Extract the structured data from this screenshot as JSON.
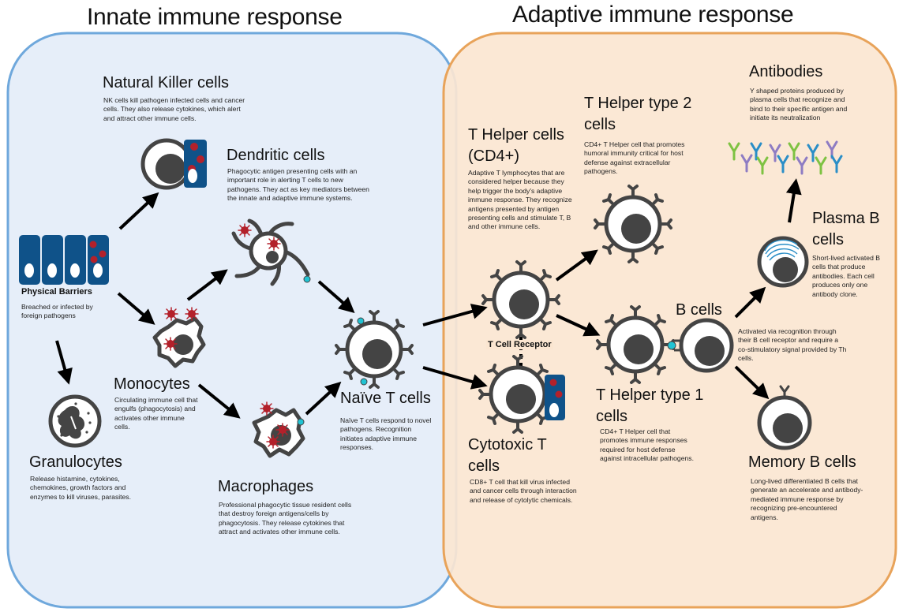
{
  "sections": {
    "innate": {
      "title": "Innate immune response",
      "fill": "#e6eef9",
      "stroke": "#6fa8dc"
    },
    "adaptive": {
      "title": "Adaptive immune response",
      "fill": "#fbe6d1",
      "stroke": "#e8a35a"
    }
  },
  "colors": {
    "cell_outline": "#444444",
    "nucleus": "#444444",
    "barrier_blue": "#0f5289",
    "pathogen_red": "#b3212b",
    "receptor_cyan": "#21c3d3"
  },
  "icons": {
    "natural_killer": "nk-cell-icon",
    "dendritic": "dendritic-cell-icon",
    "physical_barriers": "epithelial-barrier-icon",
    "monocyte": "monocyte-icon",
    "granulocyte": "granulocyte-icon",
    "macrophage": "macrophage-icon",
    "naive_t": "naive-t-cell-icon",
    "t_helper": "t-helper-cell-icon",
    "th2": "th2-cell-icon",
    "cytotoxic": "cytotoxic-t-cell-icon",
    "th1": "th1-cell-icon",
    "b_cell": "b-cell-icon",
    "plasma": "plasma-b-cell-icon",
    "antibodies": "antibody-cluster-icon",
    "memory": "memory-b-cell-icon"
  },
  "cells": {
    "natural_killer": {
      "title": "Natural Killer cells",
      "description": "NK cells kill pathogen infected cells and cancer cells. They also release cytokines, which alert and attract other immune cells."
    },
    "dendritic": {
      "title": "Dendritic cells",
      "description": "Phagocytic antigen presenting cells with an important role in alerting T cells to new pathogens. They act as key mediators between the innate and adaptive immune systems."
    },
    "physical_barriers": {
      "title": "Physical Barriers",
      "description": "Breached or infected by foreign pathogens"
    },
    "monocytes": {
      "title": "Monocytes",
      "description": "Circulating immune cell that engulfs (phagocytosis) and activates other immune cells."
    },
    "granulocytes": {
      "title": "Granulocytes",
      "description": "Release histamine, cytokines, chemokines, growth factors and enzymes to kill viruses, parasites."
    },
    "macrophages": {
      "title": "Macrophages",
      "description": "Professional phagocytic tissue resident cells that destroy foreign antigens/cells by phagocytosis. They release cytokines that attract and activates other immune cells."
    },
    "naive_t": {
      "title": "Naïve T cells",
      "description": "Naïve T cells respond to novel pathogens. Recognition initiates adaptive immune responses."
    },
    "t_helper": {
      "title": "T Helper cells (CD4+)",
      "description": "Adaptive T lymphocytes that are considered helper because they help trigger the body's adaptive immune response. They recognize antigens presented by antigen presenting cells and stimulate T, B and other immune cells."
    },
    "th2": {
      "title": "T Helper type 2 cells",
      "description": "CD4+ T Helper cell that promotes humoral immunity critical for host defense against extracellular pathogens."
    },
    "cytotoxic_t": {
      "title": "Cytotoxic T cells",
      "description": "CD8+ T cell that kill virus infected and cancer cells through interaction and release of cytolytic chemicals."
    },
    "th1": {
      "title": "T Helper type 1 cells",
      "description": "CD4+ T Helper cell that promotes immune responses required for host defense against intracellular pathogens."
    },
    "b_cells": {
      "title": "B cells",
      "description": "Activated via recognition through their B cell receptor and require a co-stimulatory signal provided by Th cells."
    },
    "plasma_b": {
      "title": "Plasma B cells",
      "description": "Short-lived activated B cells that produce antibodies. Each cell produces only one antibody clone."
    },
    "antibodies": {
      "title": "Antibodies",
      "description": "Y shaped proteins produced by plasma cells that recognize and bind to their specific antigen and initiate its neutralization"
    },
    "memory_b": {
      "title": "Memory B cells",
      "description": "Long-lived differentiated B cells that generate an accelerate and antibody-mediated immune response by recognizing pre-encountered antigens."
    }
  },
  "labels": {
    "t_cell_receptor": "T Cell Receptor"
  }
}
